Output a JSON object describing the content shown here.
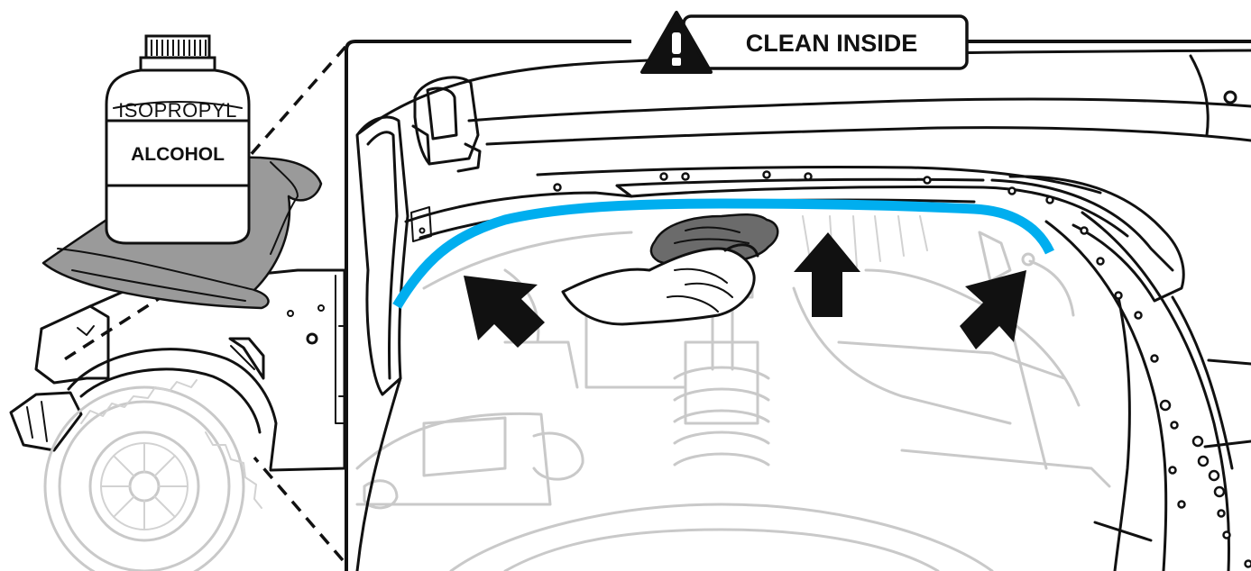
{
  "warning_banner": {
    "title": "CLEAN INSIDE",
    "icon": "warning-triangle-icon"
  },
  "bottle": {
    "label_top": "ISOPROPYL",
    "label_main": "ALCOHOL"
  },
  "colors": {
    "highlight": "#00aeef",
    "ink": "#111111",
    "cloth": "#9a9a9a",
    "ghost": "#c9c9c9"
  }
}
